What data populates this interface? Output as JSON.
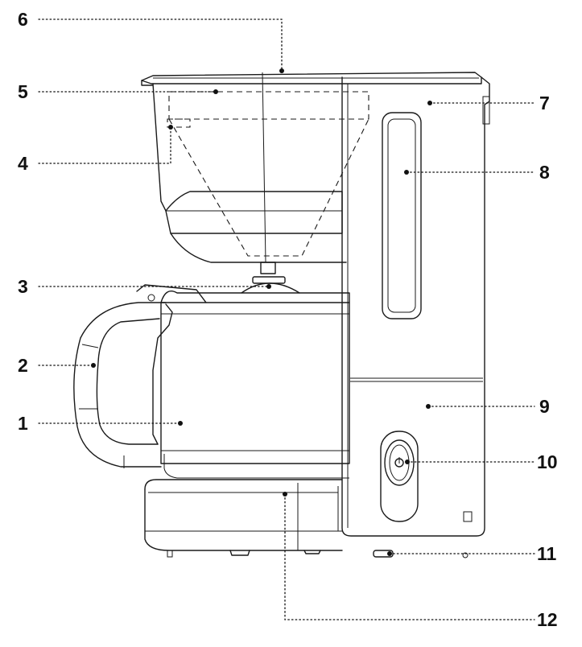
{
  "callouts": [
    {
      "id": "1",
      "label": "1"
    },
    {
      "id": "2",
      "label": "2"
    },
    {
      "id": "3",
      "label": "3"
    },
    {
      "id": "4",
      "label": "4"
    },
    {
      "id": "5",
      "label": "5"
    },
    {
      "id": "6",
      "label": "6"
    },
    {
      "id": "7",
      "label": "7"
    },
    {
      "id": "8",
      "label": "8"
    },
    {
      "id": "9",
      "label": "9"
    },
    {
      "id": "10",
      "label": "10"
    },
    {
      "id": "11",
      "label": "11"
    },
    {
      "id": "12",
      "label": "12"
    }
  ],
  "colors": {
    "line": "#1a1a1a",
    "background": "#ffffff"
  }
}
